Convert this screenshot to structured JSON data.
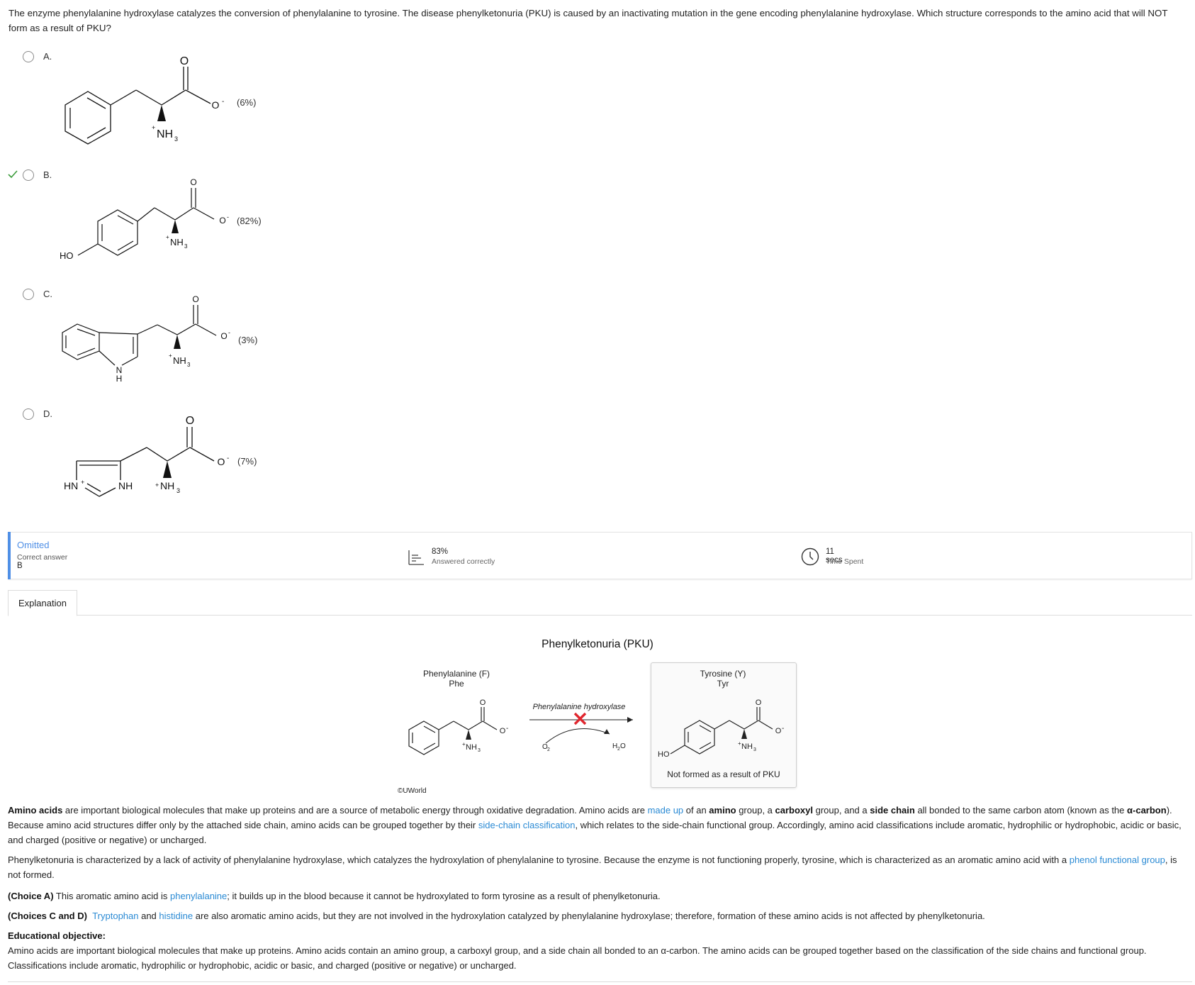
{
  "question": {
    "stem": "The enzyme phenylalanine hydroxylase catalyzes the conversion of phenylalanine to tyrosine.  The disease phenylketonuria (PKU) is caused by an inactivating mutation in the gene encoding phenylalanine hydroxylase.  Which structure corresponds to the amino acid that will NOT form as a result of PKU?"
  },
  "choices": [
    {
      "letter": "A.",
      "percent": "(6%)",
      "correct": false
    },
    {
      "letter": "B.",
      "percent": "(82%)",
      "correct": true
    },
    {
      "letter": "C.",
      "percent": "(3%)",
      "correct": false
    },
    {
      "letter": "D.",
      "percent": "(7%)",
      "correct": false
    }
  ],
  "molecule_labels": {
    "O": "O",
    "O_minus": "O",
    "minus": "-",
    "NH3": "NH",
    "sub3": "3",
    "plus": "+",
    "HO": "HO",
    "N": "N",
    "H": "H",
    "NH": "NH",
    "HN_plus": "HN"
  },
  "stats": {
    "status": "Omitted",
    "correct_answer_label": "Correct answer",
    "correct_answer_value": "B",
    "percent_correct": "83%",
    "percent_label": "Answered correctly",
    "time_value": "11 secs",
    "time_label": "Time Spent"
  },
  "tabs": {
    "explanation": "Explanation"
  },
  "figure": {
    "title": "Phenylketonuria (PKU)",
    "phe_name": "Phenylalanine (F)",
    "phe_abbrev": "Phe",
    "tyr_name": "Tyrosine (Y)",
    "tyr_abbrev": "Tyr",
    "enzyme": "Phenylalanine hydroxylase",
    "o2": "O",
    "o2_sub": "2",
    "h2o_h": "H",
    "h2o_sub": "2",
    "h2o_o": "O",
    "not_formed": "Not formed as a result of PKU",
    "copyright": "©UWorld"
  },
  "explanation": {
    "p1_a": "Amino acids",
    "p1_b": " are important biological molecules that make up proteins and are a source of metabolic energy through oxidative degradation.  Amino acids are ",
    "p1_link1": "made up",
    "p1_c": " of an ",
    "p1_d": "amino",
    "p1_e": " group, a ",
    "p1_f": "carboxyl",
    "p1_g": " group, and a ",
    "p1_h": "side chain",
    "p1_i": " all bonded to the same carbon atom (known as the ",
    "p1_j": "α-carbon",
    "p1_k": ").  Because amino acid structures differ only by the attached side chain, amino acids can be grouped together by their ",
    "p1_link2": "side-chain classification",
    "p1_l": ", which relates to the side-chain functional group.  Accordingly, amino acid classifications include aromatic, hydrophilic or hydrophobic, acidic or basic, and charged (positive or negative) or uncharged.",
    "p2_a": "Phenylketonuria is characterized by a lack of activity of phenylalanine hydroxylase, which catalyzes the hydroxylation of phenylalanine to tyrosine.  Because the enzyme is not functioning properly, tyrosine, which is characterized as an aromatic amino acid with a ",
    "p2_link": "phenol functional group",
    "p2_b": ", is not formed.",
    "p3_label": "(Choice A)",
    "p3_a": "  This aromatic amino acid is ",
    "p3_link": "phenylalanine",
    "p3_b": "; it builds up in the blood because it cannot be hydroxylated to form tyrosine as a result of phenylketonuria.",
    "p4_label": "(Choices C and D)",
    "p4_link1": "Tryptophan",
    "p4_a": " and ",
    "p4_link2": "histidine",
    "p4_b": " are also aromatic amino acids, but they are not involved in the hydroxylation catalyzed by phenylalanine hydroxylase; therefore, formation of these amino acids is not affected by phenylketonuria.",
    "objective_label": "Educational objective:",
    "objective_text": "Amino acids are important biological molecules that make up proteins.  Amino acids contain an amino group, a carboxyl group, and a side chain all bonded to an α-carbon.  The amino acids can be grouped together based on the classification of the side chains and functional group.  Classifications include aromatic, hydrophilic or hydrophobic, acidic or basic, and charged (positive or negative) or uncharged."
  },
  "colors": {
    "accent": "#4f8fe6",
    "link": "#2a8ad4",
    "correct_check": "#3a9b3a",
    "blocked_x": "#e0262e"
  },
  "icons": {
    "correct": "check-icon",
    "radio": "radio-icon",
    "percent": "bar-chart-icon",
    "time": "clock-icon",
    "blocked": "x-mark-icon"
  }
}
